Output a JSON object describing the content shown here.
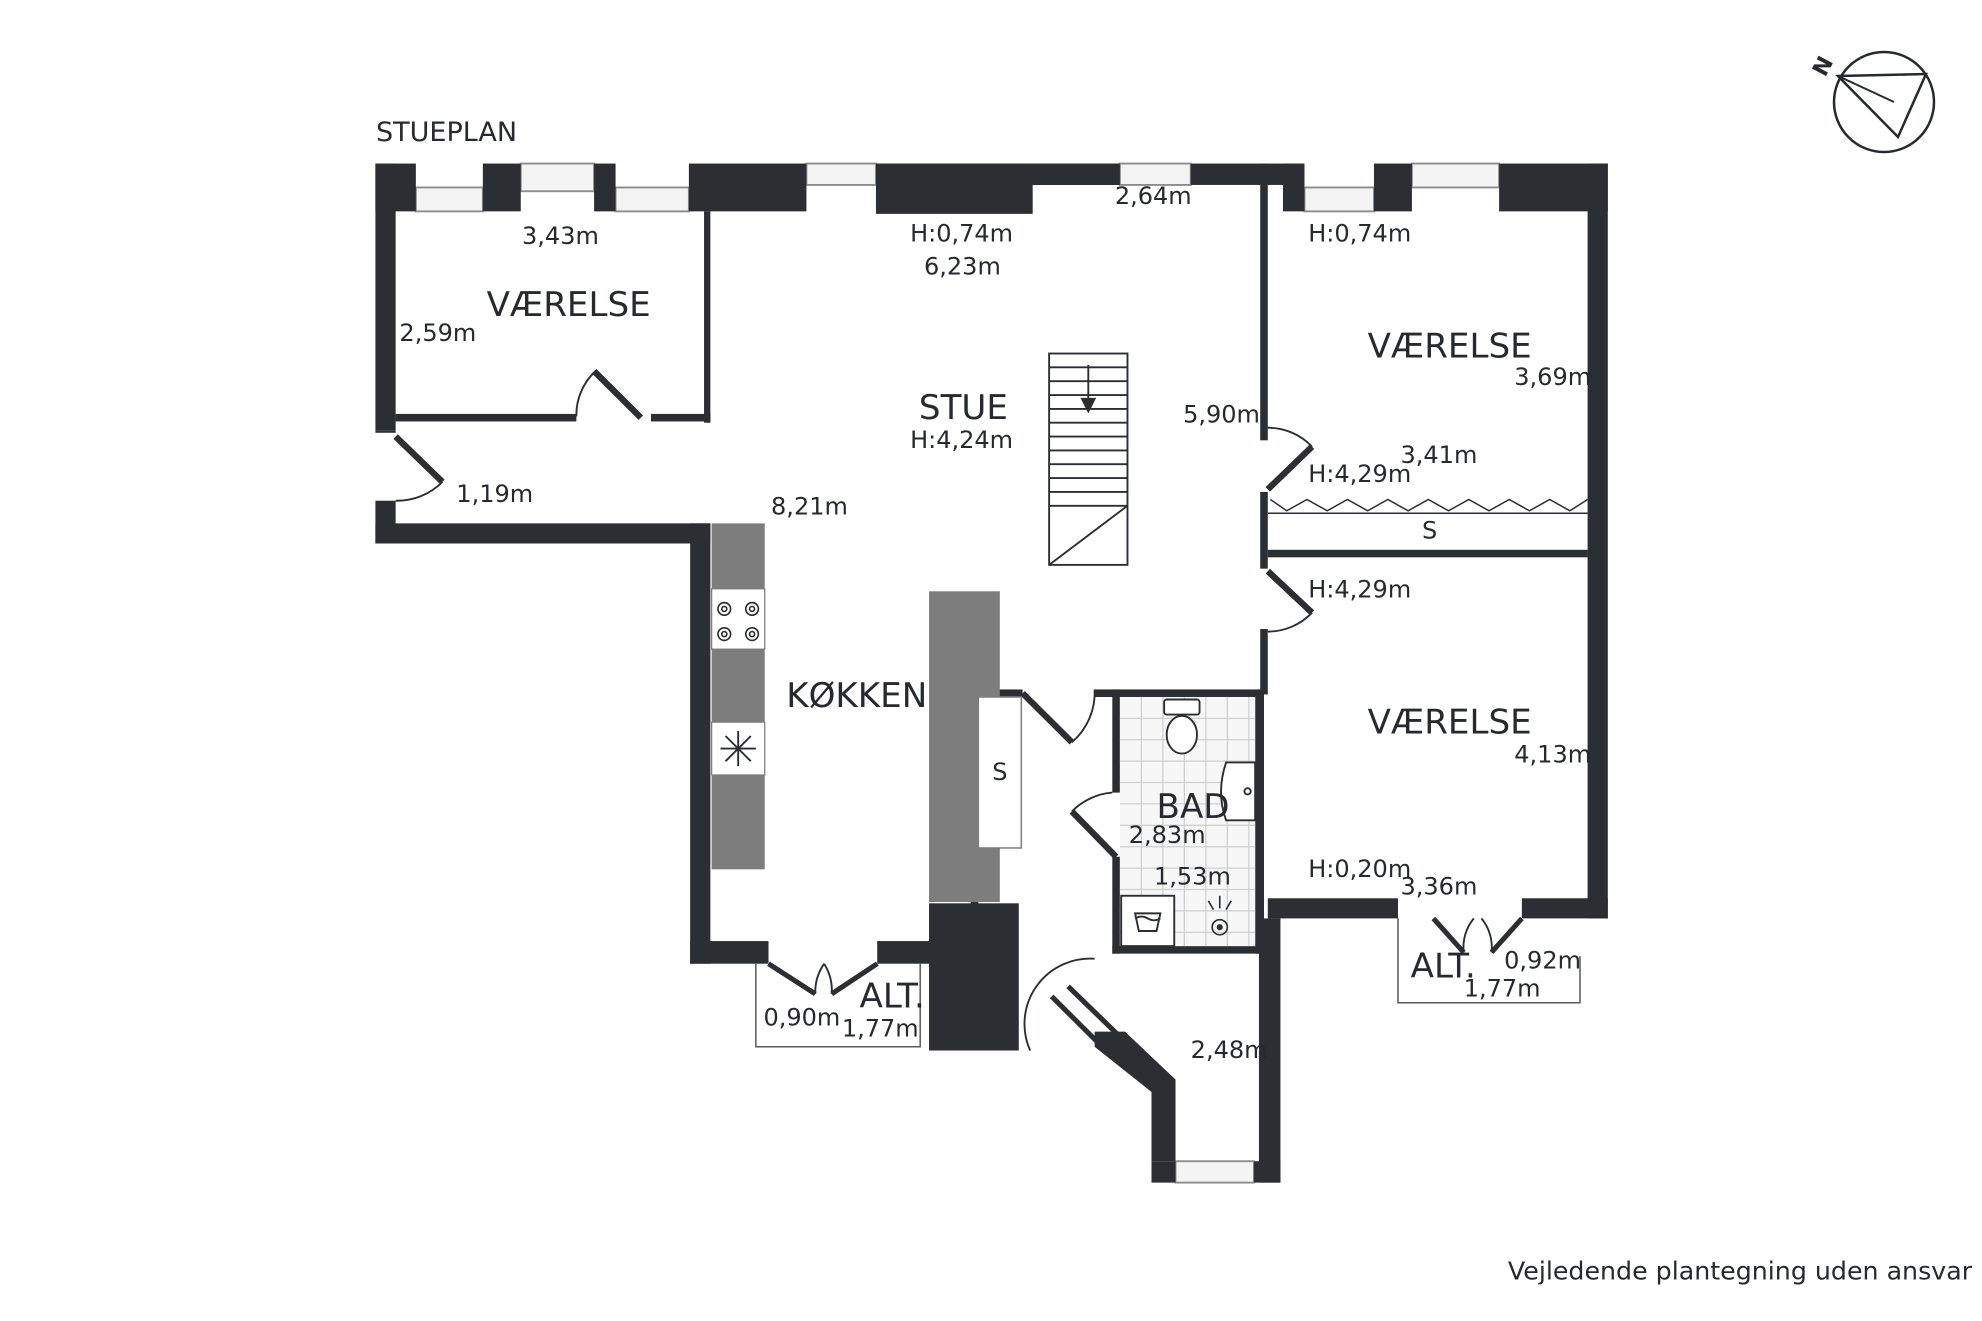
{
  "plan_title": "STUEPLAN",
  "disclaimer": "Vejledende plantegning uden ansvar",
  "compass_label": "N",
  "colors": {
    "wall": "#2b2e33",
    "counter": "#7d7d7d",
    "tile": "#d0d0d0",
    "window": "#9a9a9a"
  },
  "rooms": {
    "vaerelse_1": {
      "name": "VÆRELSE",
      "width": "3,43m",
      "depth": "2,59m"
    },
    "stue": {
      "name": "STUE",
      "height": "H:4,24m",
      "window_height": "H:0,74m",
      "width": "6,23m",
      "window_width": "2,64m",
      "length": "8,21m",
      "depth": "5,90m",
      "hall_width": "1,19m"
    },
    "vaerelse_2": {
      "name": "VÆRELSE",
      "window_height": "H:0,74m",
      "depth": "3,69m",
      "width": "3,41m",
      "height": "H:4,29m",
      "storage": "S"
    },
    "vaerelse_3": {
      "name": "VÆRELSE",
      "height": "H:4,29m",
      "depth": "4,13m",
      "sill_height": "H:0,20m",
      "width": "3,36m"
    },
    "koekken": {
      "name": "KØKKEN"
    },
    "bad": {
      "name": "BAD",
      "depth": "2,83m",
      "width": "1,53m"
    },
    "closet": {
      "label": "S"
    },
    "hall": {
      "depth": "2,48m"
    },
    "altan_left": {
      "label": "ALT.",
      "depth": "0,90m",
      "width": "1,77m"
    },
    "altan_right": {
      "label": "ALT.",
      "depth": "0,92m",
      "width": "1,77m"
    }
  }
}
